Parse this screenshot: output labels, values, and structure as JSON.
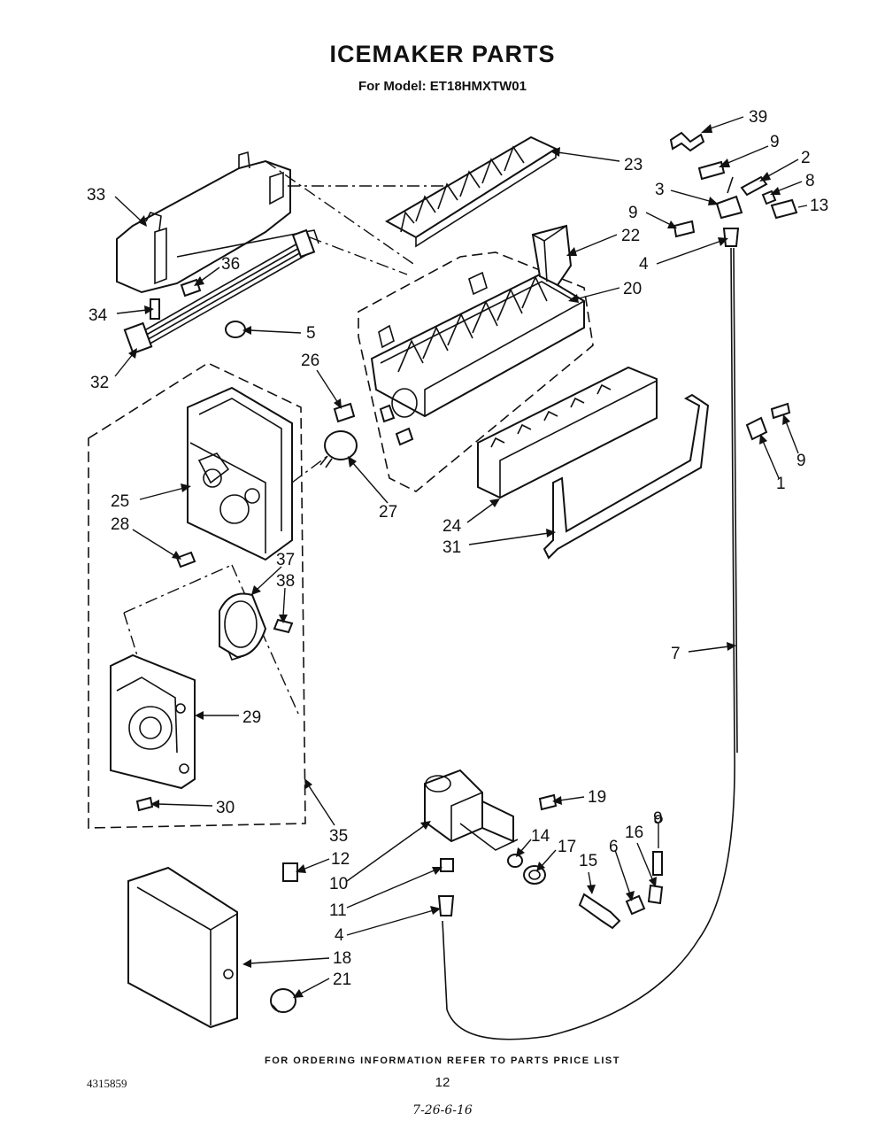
{
  "title": "ICEMAKER PARTS",
  "subtitle": "For Model: ET18HMXTW01",
  "footer_note": "FOR ORDERING INFORMATION REFER TO PARTS PRICE LIST",
  "doc_number": "4315859",
  "page_number": "12",
  "date_mark": "7-26-6-16",
  "callouts": {
    "p39": "39",
    "p9a": "9",
    "p2": "2",
    "p8": "8",
    "p3": "3",
    "p13": "13",
    "p9b": "9",
    "p23": "23",
    "p22": "22",
    "p4a": "4",
    "p20": "20",
    "p33": "33",
    "p36": "36",
    "p34": "34",
    "p5": "5",
    "p32": "32",
    "p26": "26",
    "p25": "25",
    "p28": "28",
    "p27": "27",
    "p24": "24",
    "p31": "31",
    "p9c": "9",
    "p1": "1",
    "p37": "37",
    "p38": "38",
    "p7": "7",
    "p29": "29",
    "p30": "30",
    "p35": "35",
    "p19": "19",
    "p14": "14",
    "p17": "17",
    "p16": "16",
    "p9d": "9",
    "p15": "15",
    "p6": "6",
    "p12": "12",
    "p10": "10",
    "p11": "11",
    "p4b": "4",
    "p18": "18",
    "p21": "21"
  }
}
